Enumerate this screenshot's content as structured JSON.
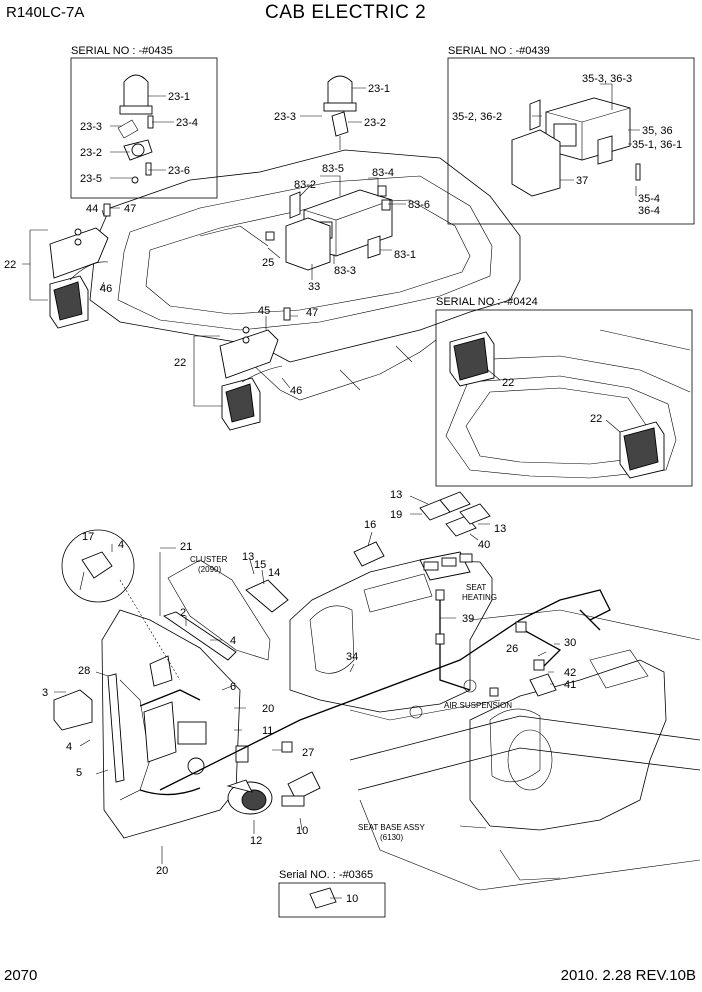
{
  "header": {
    "model": "R140LC-7A",
    "title": "CAB ELECTRIC 2"
  },
  "footer": {
    "page_number": "2070",
    "revision": "2010. 2.28  REV.10B"
  },
  "serial_boxes": {
    "beacon": "SERIAL NO : -#0435",
    "radio": "SERIAL NO : -#0439",
    "lamps": "SERIAL NO : -#0424",
    "lighter": "Serial NO. : -#0365"
  },
  "annotations": {
    "cluster": "CLUSTER",
    "cluster_ref": "(2090)",
    "seat_heating_1": "SEAT",
    "seat_heating_2": "HEATING",
    "air_suspension": "AIR SUSPENSION",
    "seat_base_1": "SEAT BASE ASSY",
    "seat_base_2": "(6130)"
  },
  "labels": {
    "l23_1a": "23-1",
    "l23_3a": "23-3",
    "l23_4": "23-4",
    "l23_2a": "23-2",
    "l23_6": "23-6",
    "l23_5": "23-5",
    "l23_1b": "23-1",
    "l23_3b": "23-3",
    "l23_2b": "23-2",
    "l35_3": "35-3, 36-3",
    "l35_2": "35-2, 36-2",
    "l35_36": "35, 36",
    "l35_1": "35-1, 36-1",
    "l37": "37",
    "l35_4": "35-4",
    "l36_4": "36-4",
    "l83_5": "83-5",
    "l83_2": "83-2",
    "l83_4": "83-4",
    "l83_6": "83-6",
    "l83_3": "83-3",
    "l83_1": "83-1",
    "l25": "25",
    "l33": "33",
    "l44": "44",
    "l47a": "47",
    "l22a": "22",
    "l46a": "46",
    "l45": "45",
    "l47b": "47",
    "l22b": "22",
    "l46b": "46",
    "l22c": "22",
    "l22d": "22",
    "l13a": "13",
    "l19": "19",
    "l13b": "13",
    "l40": "40",
    "l16": "16",
    "l39": "39",
    "l17": "17",
    "l4a": "4",
    "l21": "21",
    "l13c": "13",
    "l15": "15",
    "l14": "14",
    "l2": "2",
    "l4b": "4",
    "l28": "28",
    "l6": "6",
    "l3": "3",
    "l20a": "20",
    "l4c": "4",
    "l11": "11",
    "l5": "5",
    "l27": "27",
    "l12": "12",
    "l10a": "10",
    "l20b": "20",
    "l34": "34",
    "l30": "30",
    "l26": "26",
    "l42": "42",
    "l41": "41",
    "l10b": "10"
  }
}
